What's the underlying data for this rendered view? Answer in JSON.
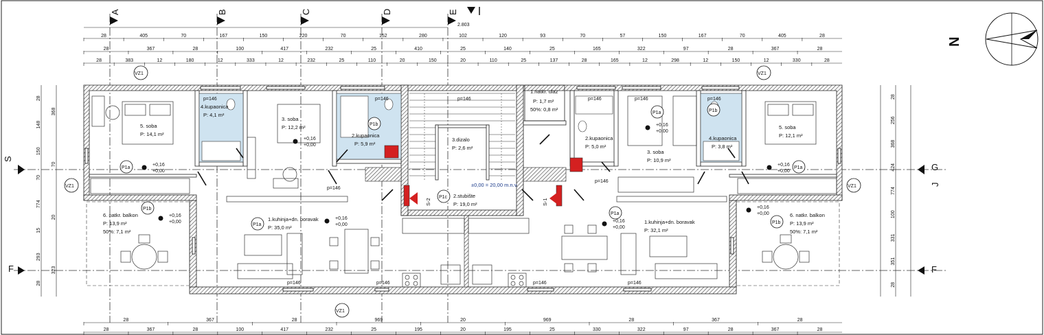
{
  "axes_top": [
    "A",
    "B",
    "C",
    "D",
    "E"
  ],
  "axis_side": {
    "left_top": "S",
    "left_bottom": "F",
    "right_top": "G",
    "right_mid": "J",
    "right_bottom": "F"
  },
  "north_label": "N",
  "top_total": "2.803",
  "dim_rows_top": [
    [
      "28",
      "405",
      "70",
      "167",
      "150",
      "220",
      "70",
      "152",
      "280",
      "102",
      "120",
      "93",
      "70",
      "57",
      "150",
      "167",
      "70",
      "405",
      "28"
    ],
    [
      "28",
      "367",
      "28",
      "100",
      "417",
      "232",
      "25",
      "410",
      "25",
      "140",
      "25",
      "165",
      "322",
      "97",
      "28",
      "367",
      "28"
    ],
    [
      "28",
      "383",
      "12",
      "180",
      "12",
      "333",
      "12",
      "232",
      "25",
      "110",
      "20",
      "150",
      "20",
      "110",
      "25",
      "137",
      "28",
      "165",
      "12",
      "298",
      "12",
      "150",
      "12",
      "330",
      "28"
    ]
  ],
  "dim_rows_bottom": [
    [
      "28",
      "367",
      "28",
      "969",
      "20",
      "969",
      "28",
      "367",
      "28"
    ],
    [
      "28",
      "367",
      "28",
      "100",
      "417",
      "232",
      "25",
      "195",
      "20",
      "195",
      "25",
      "330",
      "322",
      "97",
      "28",
      "367",
      "28"
    ]
  ],
  "dim_left_outer": [
    "28",
    "148",
    "150",
    "70",
    "774",
    "15",
    "293",
    "28"
  ],
  "dim_left_inner": [
    "368",
    "70",
    "20",
    "323"
  ],
  "dim_right_outer": [
    "28",
    "256",
    "368",
    "424",
    "774",
    "100",
    "331",
    "351",
    "28"
  ],
  "rooms": [
    {
      "name": "5. soba",
      "area": "P: 14,1 m²"
    },
    {
      "name": "4.kupaonica",
      "area": "P: 4,1 m²"
    },
    {
      "name": "3. soba",
      "area": "P: 12,2 m²"
    },
    {
      "name": "2.kupaonica",
      "area": "P: 5,9 m²"
    },
    {
      "name": "3.dizalo",
      "area": "P: 2,6 m²"
    },
    {
      "name": "1.natkr. ulaz",
      "area": "P: 1,7 m²",
      "half": "50%: 0,8 m²"
    },
    {
      "name": "2.kupaonica",
      "area": "P: 5,0 m²"
    },
    {
      "name": "3. soba",
      "area": "P: 10,9 m²"
    },
    {
      "name": "4.kupaonica",
      "area": "P: 3,8 m²"
    },
    {
      "name": "5. soba",
      "area": "P: 12,1 m²"
    },
    {
      "name": "6. natkr. balkon",
      "area": "P: 13,9 m²",
      "half": "50%: 7,1 m²"
    },
    {
      "name": "1.kuhinja+dn. boravak",
      "area": "P: 35,0 m²"
    },
    {
      "name": "2.stubište",
      "area": "P: 19,0 m²"
    },
    {
      "name": "1.kuhinja+dn. boravak",
      "area": "P: 32,1 m²"
    },
    {
      "name": "6. natkr. balkon",
      "area": "P: 13,9 m²",
      "half": "50%: 7,1 m²"
    }
  ],
  "floor_codes": [
    "P1a",
    "P1b",
    "P1c"
  ],
  "level_plus": "+0,16",
  "level_zero": "+0,00",
  "datum": "±0,00 = 20,00 m.n.v.",
  "sections": [
    "S-2",
    "S-1"
  ],
  "vz": "VZ1",
  "window_tag": "p=146",
  "colors": {
    "bathroom": "#cfe3f0",
    "wall_hatch": "#555555",
    "red_tag": "#d42020"
  }
}
